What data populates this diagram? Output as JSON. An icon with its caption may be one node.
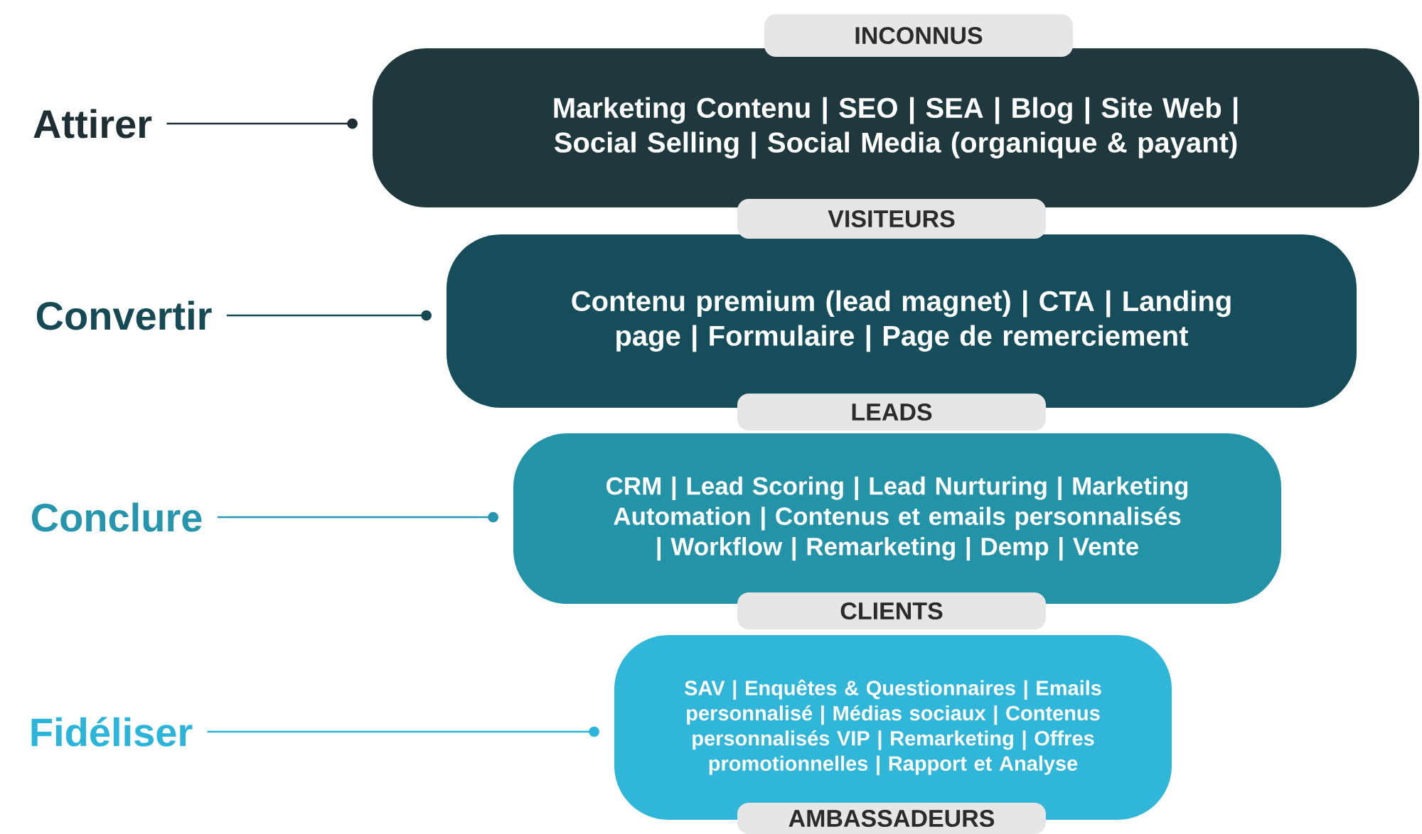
{
  "diagram": {
    "nodes": [
      {
        "text": [
          "INCONNUS"
        ]
      },
      {
        "text": [
          "Attirer"
        ]
      },
      {
        "text": [
          "Marketing Contenu  |  SEO  |  SEA  |  Blog  |  Site Web  |  Social Selling  |  Social Media (organique & payant)"
        ]
      },
      {
        "text": [
          "VISITEURS"
        ]
      },
      {
        "text": [
          "Convertir"
        ]
      },
      {
        "text": [
          "Contenu premium (lead magnet)  |  CTA  |  Landing page  |  Formulaire  |  Page de remerciement"
        ]
      },
      {
        "text": [
          "LEADS"
        ]
      },
      {
        "text": [
          "Conclure"
        ]
      },
      {
        "text": [
          "CRM  |  Lead Scoring  |  Lead Nurturing  |  Marketing Automation  |  Contenus et emails personnalisés  |  Workflow  |  Remarketing  |  Demp  | Vente"
        ]
      },
      {
        "text": [
          "CLIENTS"
        ]
      },
      {
        "text": [
          "Fidéliser"
        ]
      },
      {
        "text": [
          "SAV  |  Enquêtes & Questionnaires  |  Emails personnalisé  |  Médias sociaux  |  Contenus personnalisés VIP  |  Remarketing  |  Offres promotionnelles  |  Rapport et Analyse"
        ]
      },
      {
        "text": [
          "AMBASSADEURS"
        ]
      }
    ],
    "edges": [
      {
        "from": 1,
        "to": 2,
        "arrow": "other",
        "color": "#1d2f33"
      },
      {
        "from": 4,
        "to": 5,
        "arrow": "other",
        "color": "#154a55"
      },
      {
        "from": 7,
        "to": 8,
        "arrow": "other",
        "color": "#2596ad"
      },
      {
        "from": 10,
        "to": 11,
        "arrow": "other",
        "color": "#2bb5db"
      }
    ]
  }
}
